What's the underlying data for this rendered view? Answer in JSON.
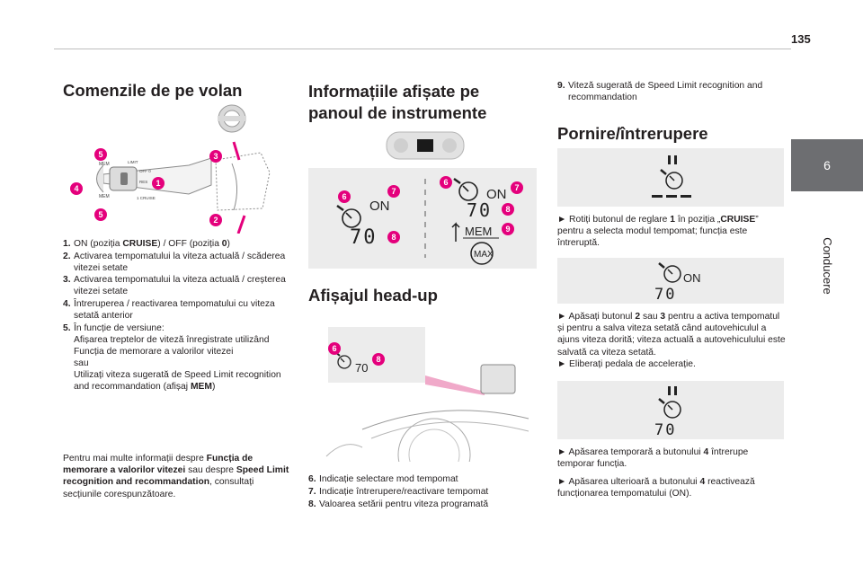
{
  "page": {
    "number": "135",
    "chapter_number": "6",
    "chapter_title": "Conducere"
  },
  "col1": {
    "title": "Comenzile de pe volan",
    "fig_labels": {
      "mem_top": "MEM",
      "mem_bottom": "MEM",
      "limit": "LIMIT",
      "off": "OFF 0",
      "res": "RES",
      "cruise": "1 CRUISE"
    },
    "items": [
      {
        "n": "1.",
        "parts": [
          [
            "ON (poziția ",
            false
          ],
          [
            "CRUISE",
            true
          ],
          [
            ") / OFF (poziția ",
            false
          ],
          [
            "0",
            true
          ],
          [
            ")",
            false
          ]
        ]
      },
      {
        "n": "2.",
        "parts": [
          [
            "Activarea tempomatului la viteza actuală / scăderea vitezei setate",
            false
          ]
        ]
      },
      {
        "n": "3.",
        "parts": [
          [
            "Activarea tempomatului la viteza actuală / creșterea vitezei setate",
            false
          ]
        ]
      },
      {
        "n": "4.",
        "parts": [
          [
            "Întreruperea / reactivarea tempomatului cu viteza setată anterior",
            false
          ]
        ]
      },
      {
        "n": "5.",
        "parts": [
          [
            "În funcție de versiune:",
            false
          ]
        ]
      }
    ],
    "item5_lines": [
      [
        [
          "Afișarea treptelor de viteză înregistrate utilizând Funcția de memorare a valorilor vitezei",
          false
        ]
      ],
      [
        [
          "sau",
          false
        ]
      ],
      [
        [
          "Utilizați viteza sugerată de Speed Limit recognition and recommandation (afișaj ",
          false
        ],
        [
          "MEM",
          true
        ],
        [
          ")",
          false
        ]
      ]
    ],
    "paragraph": [
      [
        "Pentru mai multe informații despre ",
        false
      ],
      [
        "Funcția de memorare a valorilor vitezei",
        true
      ],
      [
        " sau despre ",
        false
      ],
      [
        "Speed Limit recognition and recommandation",
        true
      ],
      [
        ", consultați secțiunile corespunzătoare.",
        false
      ]
    ]
  },
  "col2": {
    "title": "Informațiile afișate pe panoul de instrumente",
    "hud_title": "Afișajul head-up",
    "display_on": "ON",
    "display_speed": "70",
    "display_mem": "MEM",
    "display_max": "MAX",
    "hud_speed": "70",
    "items": [
      {
        "n": "6.",
        "text": "Indicație selectare mod tempomat"
      },
      {
        "n": "7.",
        "text": "Indicație întrerupere/reactivare tempomat"
      },
      {
        "n": "8.",
        "text": "Valoarea setării pentru viteza programată"
      }
    ]
  },
  "col3": {
    "item9": {
      "n": "9.",
      "text": "Viteză sugerată de Speed Limit recognition and recommandation"
    },
    "title": "Pornire/întrerupere",
    "p1": [
      [
        "► Rotiți butonul de reglare ",
        false
      ],
      [
        "1",
        true
      ],
      [
        " în poziția „",
        false
      ],
      [
        "CRUISE",
        true
      ],
      [
        "” pentru a selecta modul tempomat; funcția este întreruptă.",
        false
      ]
    ],
    "p2": [
      [
        "► Apăsați butonul ",
        false
      ],
      [
        "2",
        true
      ],
      [
        " sau ",
        false
      ],
      [
        "3",
        true
      ],
      [
        " pentru a activa tempomatul și pentru a salva viteza setată când autovehiculul a ajuns viteza dorită; viteza actuală a autovehiculului este salvată ca viteza setată.",
        false
      ]
    ],
    "p3": [
      [
        "► Eliberați pedala de accelerație.",
        false
      ]
    ],
    "p4": [
      [
        "► Apăsarea temporară a butonului ",
        false
      ],
      [
        "4",
        true
      ],
      [
        " întrerupe temporar funcția.",
        false
      ]
    ],
    "p5": [
      [
        "► Apăsarea ulterioară a butonului ",
        false
      ],
      [
        "4",
        true
      ],
      [
        " reactivează funcționarea tempomatului (ON).",
        false
      ]
    ],
    "display_on": "ON",
    "display_speed": "70"
  },
  "colors": {
    "badge": "#e4007c",
    "tab": "#6d6e71",
    "figure_bg": "#ececec"
  }
}
